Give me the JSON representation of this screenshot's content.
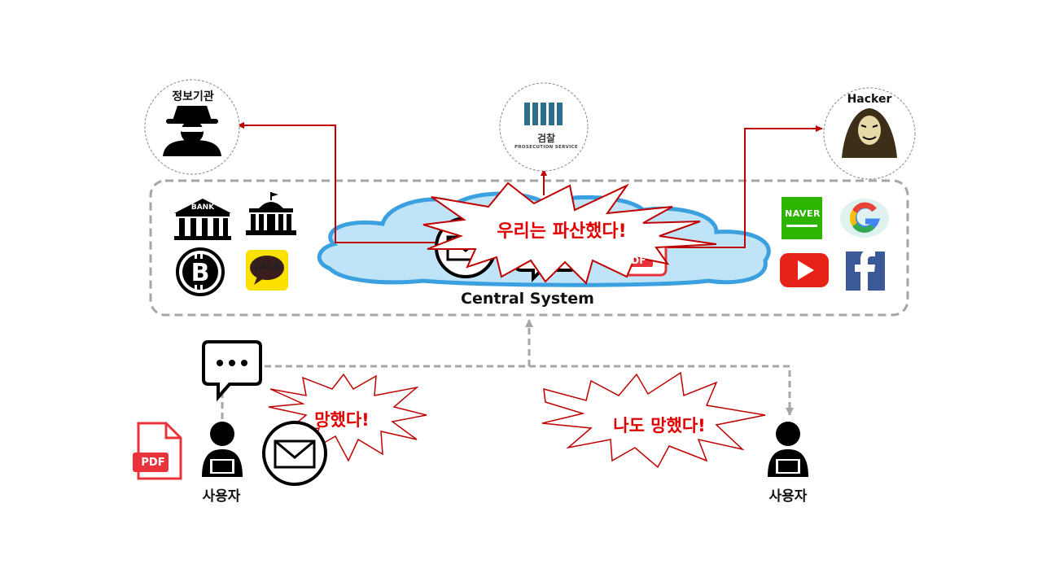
{
  "nodes": {
    "agency": {
      "label": "정보기관"
    },
    "prosecution": {
      "title": "검찰",
      "subtitle": "PROSECUTION SERVICE"
    },
    "hacker": {
      "label": "Hacker"
    },
    "central": {
      "label": "Central System"
    },
    "user_left": {
      "label": "사용자"
    },
    "user_right": {
      "label": "사용자"
    }
  },
  "services": {
    "bank": "BANK",
    "talk": "TALK",
    "naver": "NAVER"
  },
  "files": {
    "pdf": "PDF"
  },
  "exclamations": {
    "central": "우리는 파산했다!",
    "user_left": "망했다!",
    "user_right": "나도 망했다!"
  },
  "colors": {
    "cloud_fill": "#bfe4f7",
    "cloud_stroke": "#3aa0e0",
    "arrow_red": "#c00000",
    "burst_text": "#e00000",
    "naver_green": "#2db400",
    "youtube_red": "#e62117",
    "facebook_blue": "#3b5998",
    "kakao_yellow": "#fae100"
  }
}
